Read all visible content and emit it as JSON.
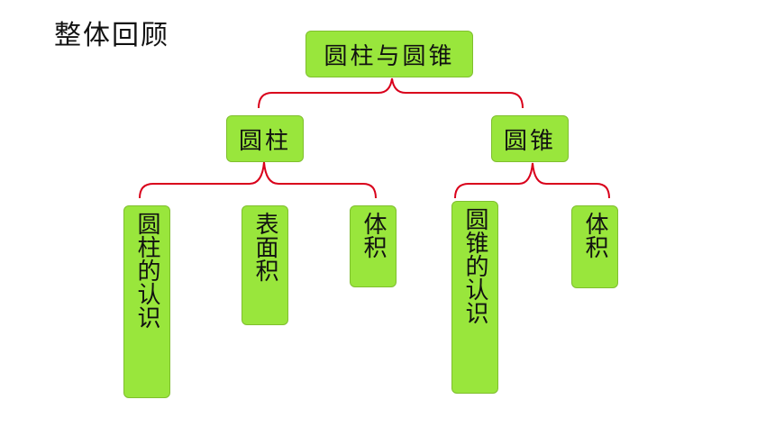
{
  "page": {
    "title": "整体回顾"
  },
  "diagram": {
    "root": "圆柱与圆锥",
    "branches": [
      {
        "label": "圆柱",
        "children": [
          "圆柱的认识",
          "表面积",
          "体积"
        ]
      },
      {
        "label": "圆锥",
        "children": [
          "圆锥的认识",
          "体积"
        ]
      }
    ]
  },
  "colors": {
    "box_fill": "#99e63c",
    "box_border": "#7fbf2e",
    "connector": "#d9001b",
    "text": "#111111"
  }
}
